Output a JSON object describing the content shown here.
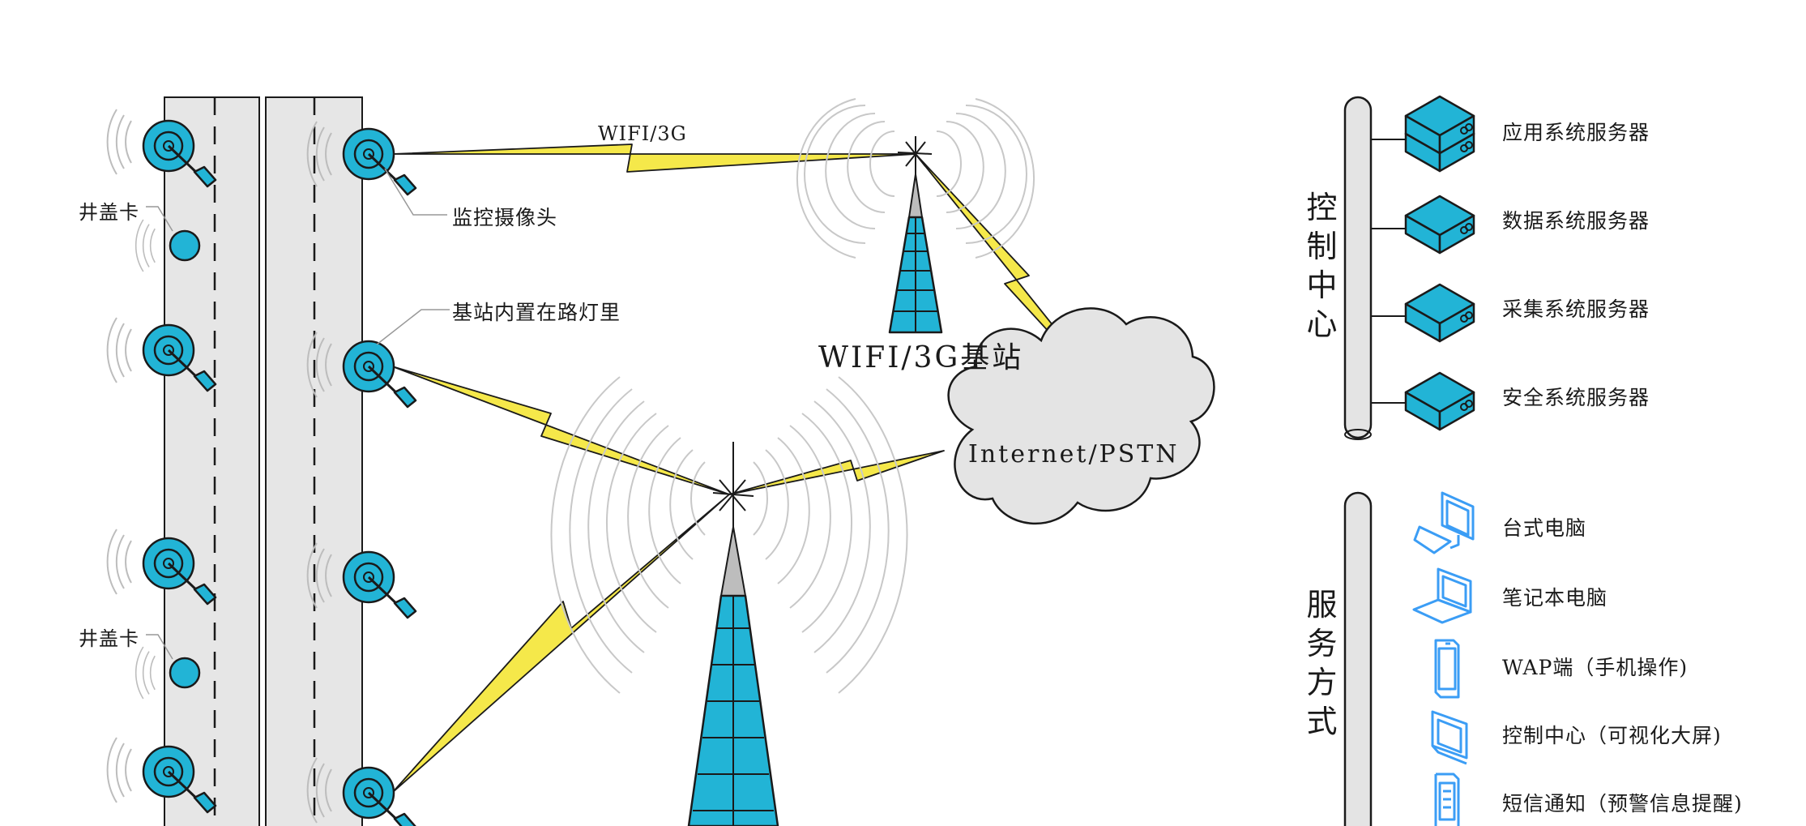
{
  "labels": {
    "manhole_card_1": "井盖卡",
    "manhole_card_2": "井盖卡",
    "camera": "监控摄像头",
    "base_station_in_lamp": "基站内置在路灯里",
    "wifi_3g_link": "WIFI/3G",
    "wifi_3g_base_station": "WIFI/3G基站",
    "internet_pstn": "Internet/PSTN"
  },
  "control_center": {
    "title": "控制中心",
    "servers": [
      {
        "label": "应用系统服务器",
        "icon": "stacked-server-icon"
      },
      {
        "label": "数据系统服务器",
        "icon": "server-icon"
      },
      {
        "label": "采集系统服务器",
        "icon": "server-icon"
      },
      {
        "label": "安全系统服务器",
        "icon": "server-icon"
      }
    ]
  },
  "service_modes": {
    "title": "服务方式",
    "items": [
      {
        "label": "台式电脑",
        "icon": "desktop-computer-icon"
      },
      {
        "label": "笔记本电脑",
        "icon": "laptop-icon"
      },
      {
        "label": "WAP端（手机操作)",
        "icon": "mobile-phone-icon"
      },
      {
        "label": "控制中心（可视化大屏)",
        "icon": "large-screen-icon"
      },
      {
        "label": "短信通知（预警信息提醒)",
        "icon": "sms-phone-icon"
      }
    ]
  },
  "colors": {
    "cyan": "#22b4d6",
    "lightning": "#f5e84a",
    "road": "#e6e6e6",
    "cloud": "#e4e4e4",
    "device_blue": "#3b9df5",
    "wave_gray": "#bdbdbd"
  }
}
